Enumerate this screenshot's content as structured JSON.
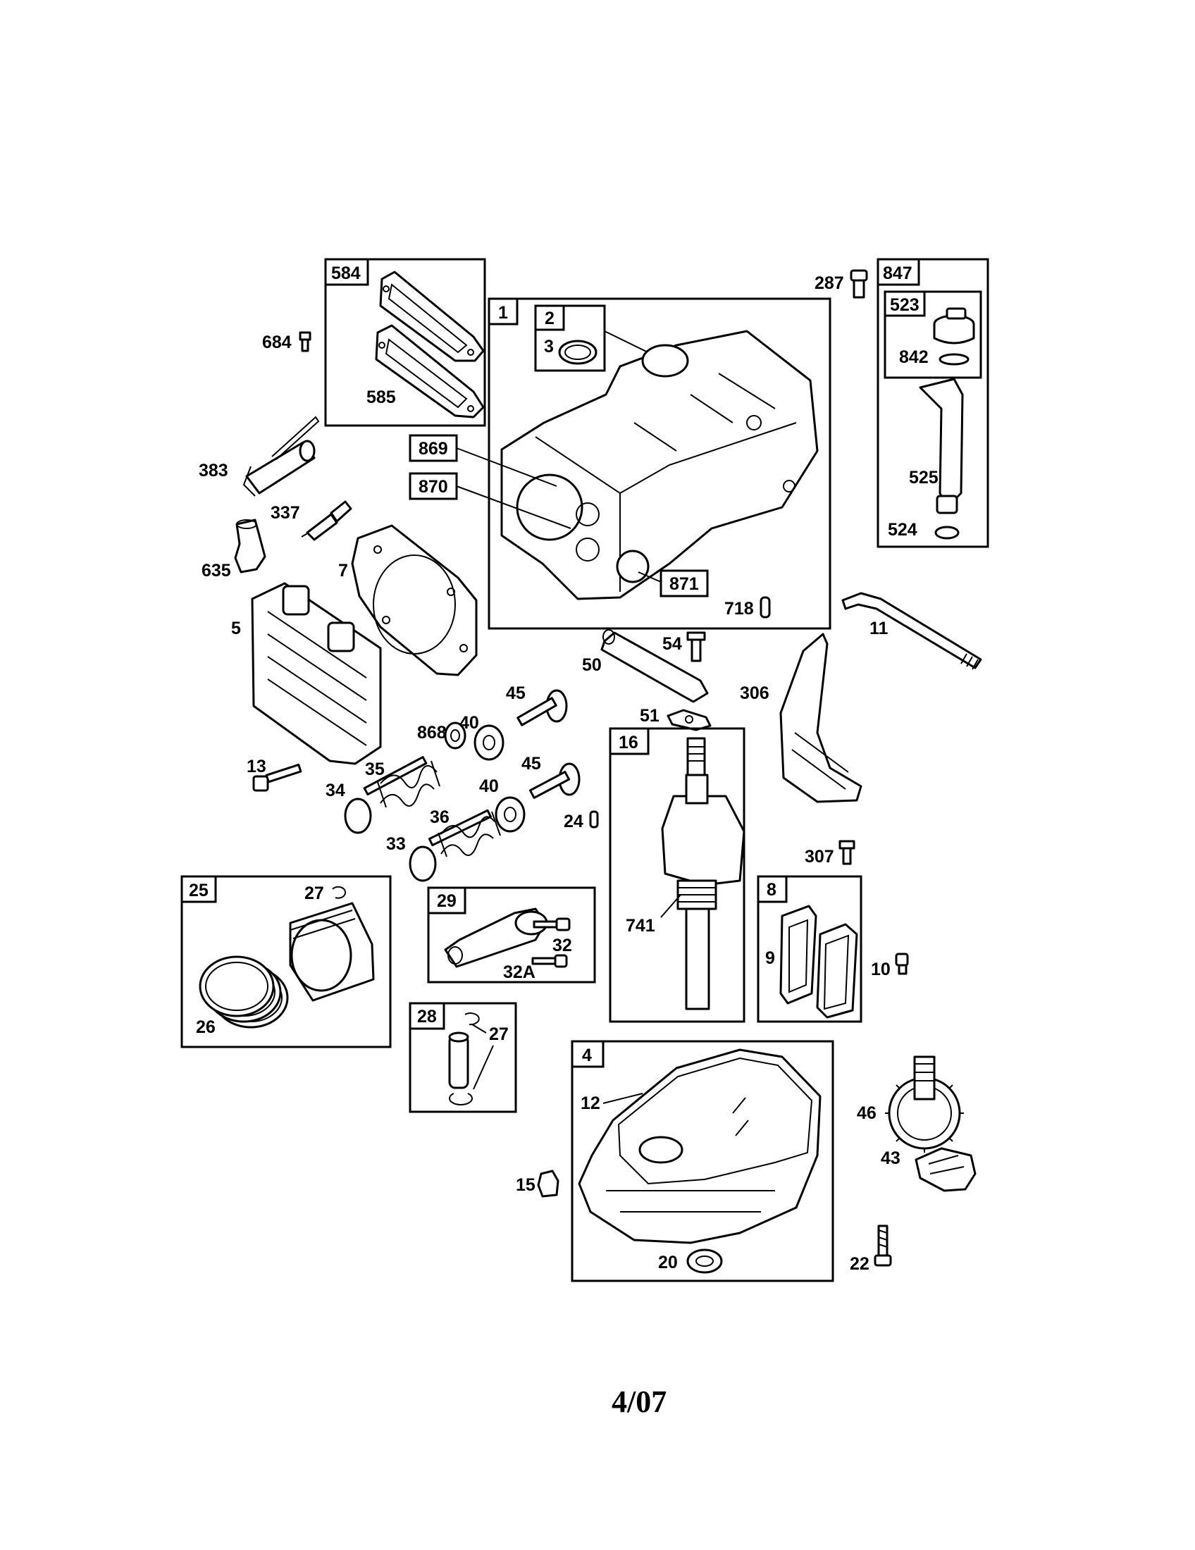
{
  "diagram": {
    "page_code": "4/07",
    "groups": [
      {
        "id": "584",
        "items": [
          "585"
        ]
      },
      {
        "id": "1",
        "items": [
          "2",
          "3",
          "869",
          "870",
          "871",
          "718"
        ]
      },
      {
        "id": "847",
        "items": [
          "523",
          "842",
          "525",
          "524"
        ]
      },
      {
        "id": "16",
        "items": [
          "741"
        ]
      },
      {
        "id": "8",
        "items": [
          "9"
        ]
      },
      {
        "id": "25",
        "items": [
          "27",
          "26"
        ]
      },
      {
        "id": "29",
        "items": [
          "32",
          "32A"
        ]
      },
      {
        "id": "28",
        "items": [
          "27"
        ]
      },
      {
        "id": "4",
        "items": [
          "12",
          "20"
        ]
      }
    ],
    "labels": {
      "l584": "584",
      "l585": "585",
      "l684": "684",
      "l383": "383",
      "l337": "337",
      "l635": "635",
      "l7": "7",
      "l5": "5",
      "l1": "1",
      "l2": "2",
      "l3": "3",
      "l869": "869",
      "l870": "870",
      "l871": "871",
      "l718": "718",
      "l287": "287",
      "l847": "847",
      "l523": "523",
      "l842": "842",
      "l525": "525",
      "l524": "524",
      "l11": "11",
      "l54": "54",
      "l50": "50",
      "l306": "306",
      "l51": "51",
      "l45a": "45",
      "l45b": "45",
      "l40a": "40",
      "l40b": "40",
      "l868": "868",
      "l13": "13",
      "l35": "35",
      "l34": "34",
      "l36": "36",
      "l33": "33",
      "l24": "24",
      "l16": "16",
      "l741": "741",
      "l307": "307",
      "l8": "8",
      "l9": "9",
      "l10": "10",
      "l25": "25",
      "l27a": "27",
      "l26": "26",
      "l29": "29",
      "l32": "32",
      "l32A": "32A",
      "l28": "28",
      "l27b": "27",
      "l4": "4",
      "l12": "12",
      "l15": "15",
      "l20": "20",
      "l46": "46",
      "l43": "43",
      "l22": "22"
    }
  }
}
